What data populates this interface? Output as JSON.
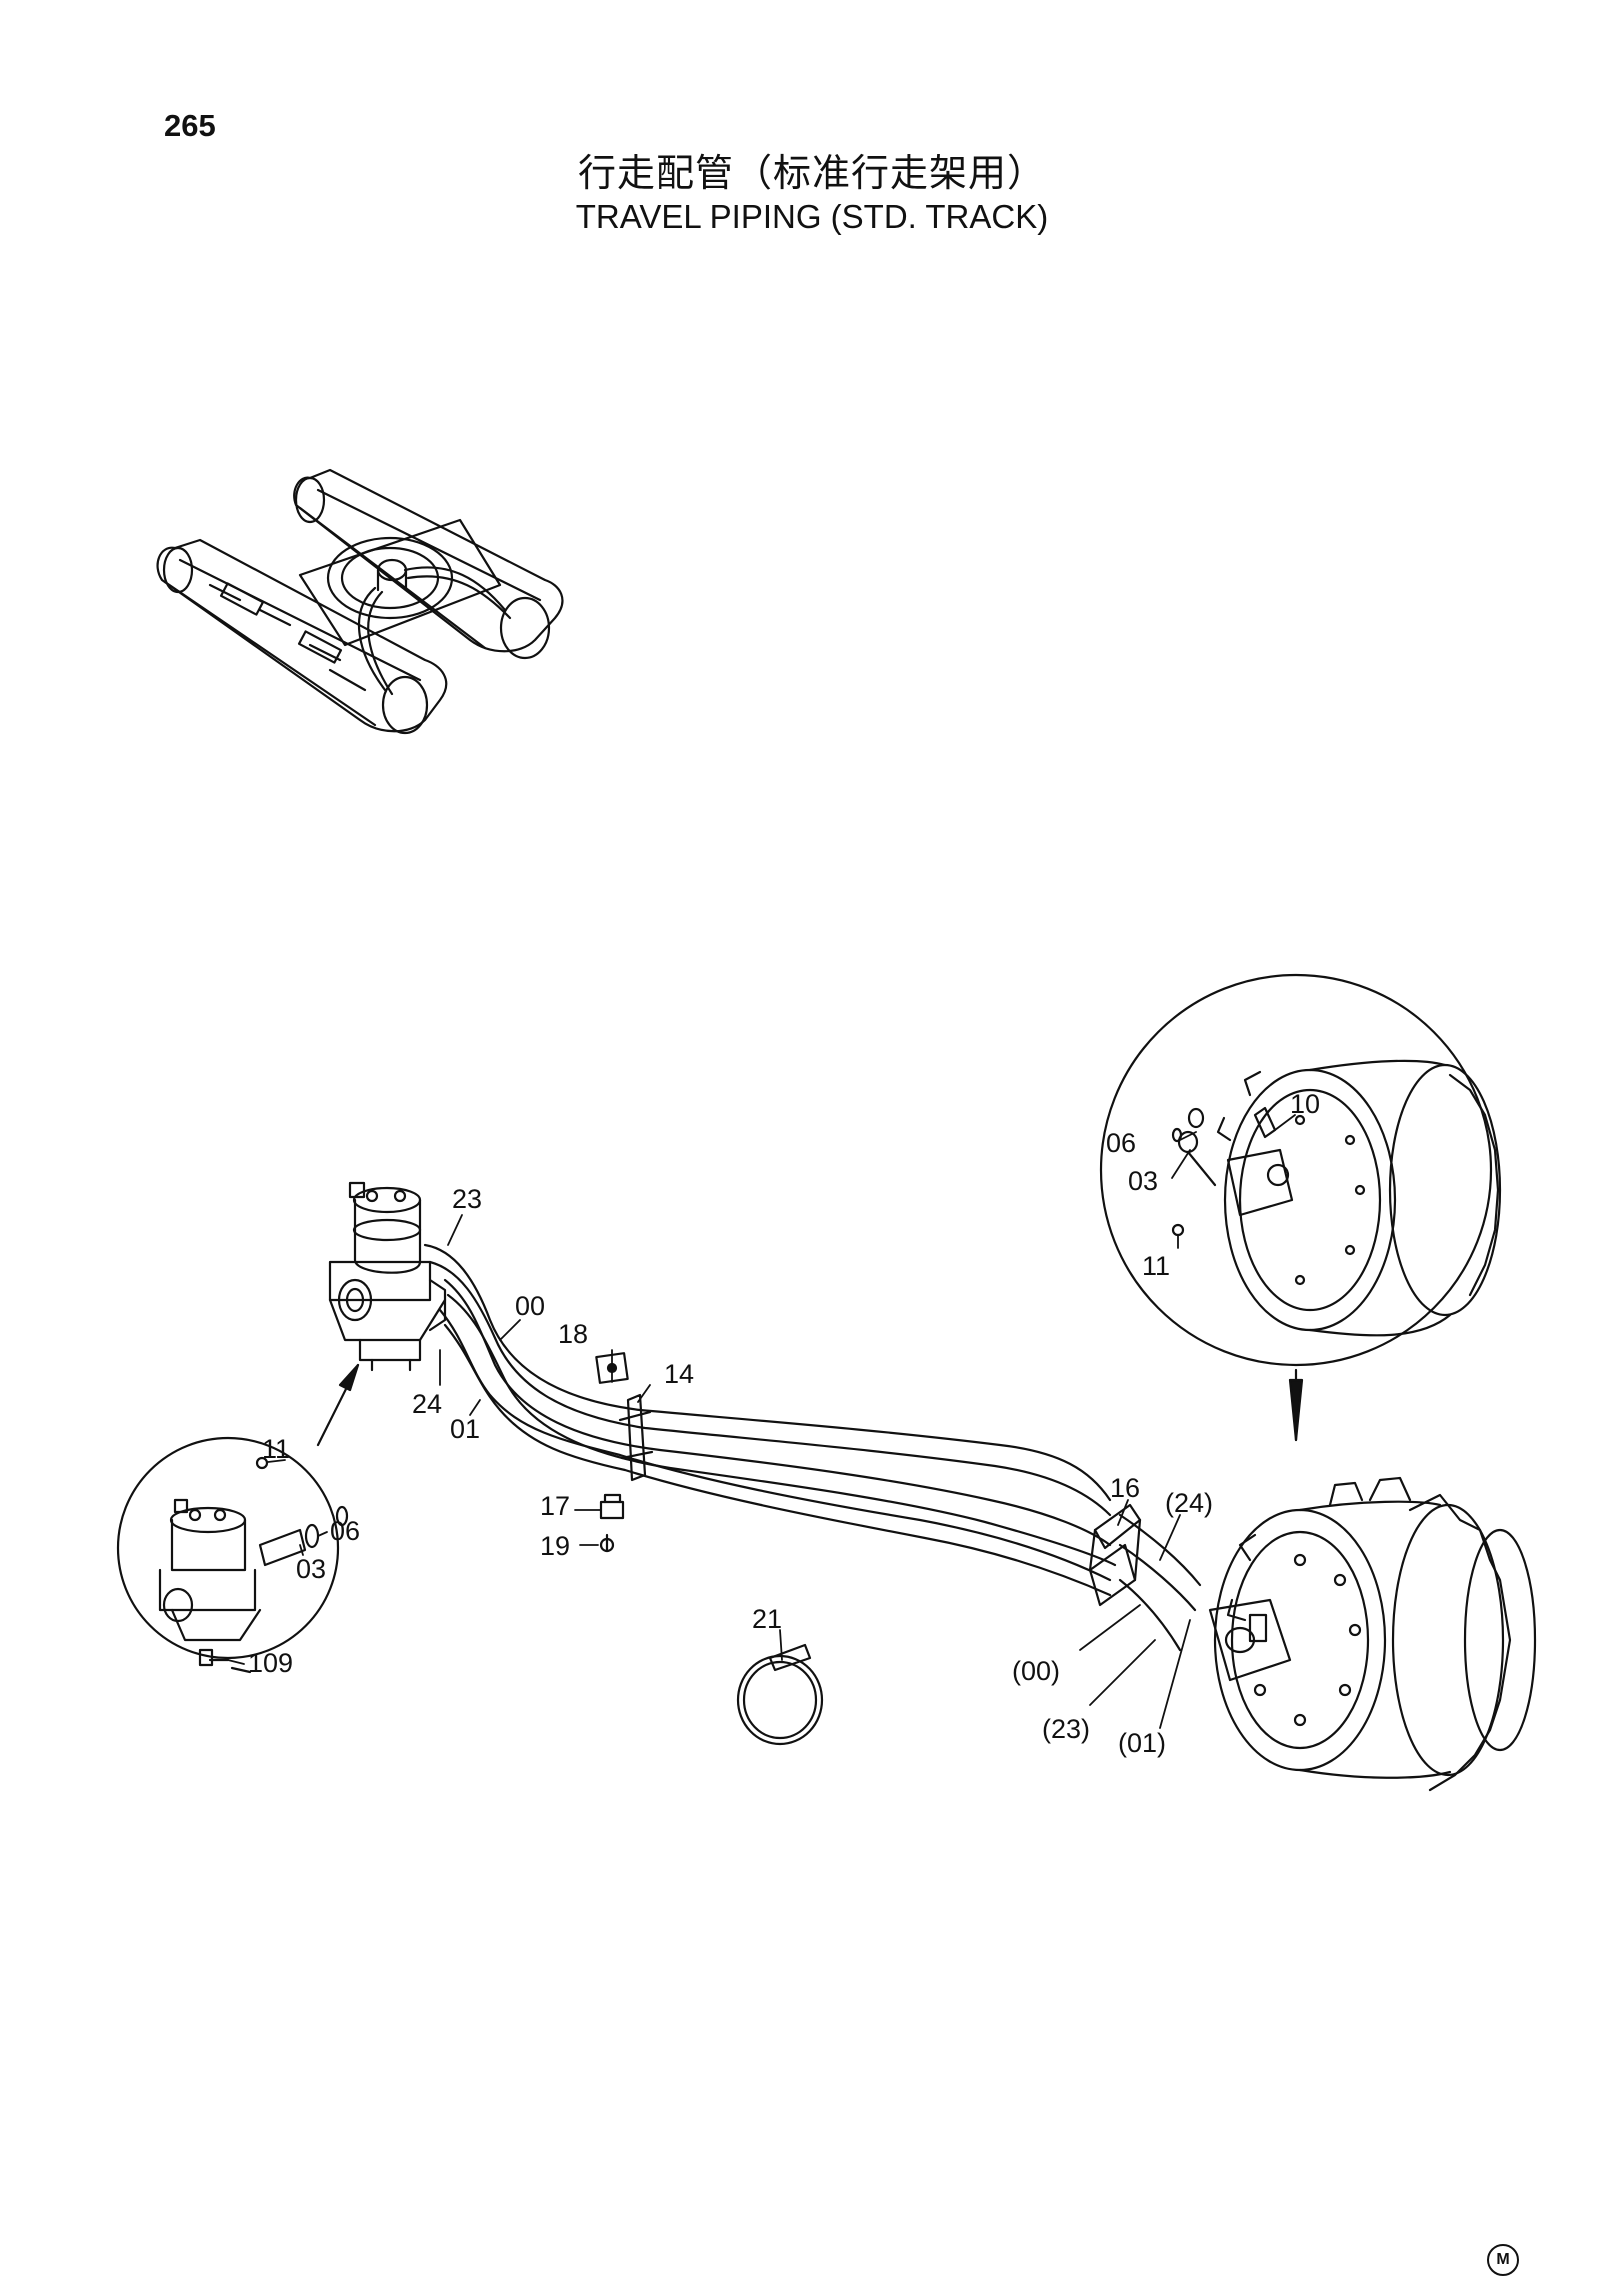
{
  "page": {
    "number": "265",
    "title_cn": "行走配管（标准行走架用）",
    "title_en": "TRAVEL PIPING (STD. TRACK)",
    "corner_mark": "M"
  },
  "callouts": {
    "c23": "23",
    "c00": "00",
    "c18": "18",
    "c14": "14",
    "c24": "24",
    "c01": "01",
    "c17": "17",
    "c19": "19",
    "c21": "21",
    "c16": "16",
    "c24p": "(24)",
    "c00p": "(00)",
    "c23p": "(23)",
    "c01p": "(01)",
    "d11": "11",
    "d06": "06",
    "d03": "03",
    "d109": "109",
    "m10": "10",
    "m06": "06",
    "m03": "03",
    "m11": "11"
  }
}
